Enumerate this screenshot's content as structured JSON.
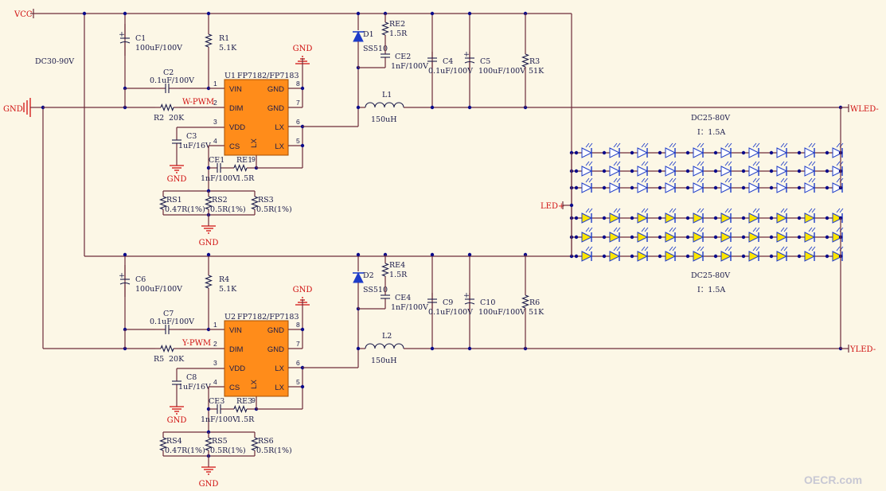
{
  "nets": {
    "vcc": "VCC",
    "gnd": "GND",
    "gnd_in": "GND",
    "input_range": "DC30-90V",
    "led_plus": "LED+",
    "wled_minus": "WLED-",
    "yled_minus": "YLED-"
  },
  "channels": [
    {
      "pwm": "W-PWM",
      "ic": {
        "ref": "U1",
        "part": "FP7182/FP7183"
      },
      "pins": {
        "vin": "VIN",
        "gnd1": "GND",
        "dim": "DIM",
        "gnd2": "GND",
        "vdd": "VDD",
        "lx1": "LX",
        "cs": "CS",
        "lx2": "LX",
        "lx_mid": "LX"
      },
      "pin_nums": {
        "p1": "1",
        "p2": "2",
        "p3": "3",
        "p4": "4",
        "p5": "5",
        "p6": "6",
        "p7": "7",
        "p8": "8",
        "p9": "9"
      },
      "c_in": {
        "ref": "C1",
        "val": "100uF/100V"
      },
      "r_up": {
        "ref": "R1",
        "val": "5.1K"
      },
      "c_dec": {
        "ref": "C2",
        "val": "0.1uF/100V"
      },
      "r_dim": {
        "ref": "R2",
        "val": "20K"
      },
      "c_vdd": {
        "ref": "C3",
        "val": "1uF/16V"
      },
      "ce_cs": {
        "ref": "CE1",
        "val": "1nF/100V"
      },
      "re_cs": {
        "ref": "RE1",
        "val": "1.5R"
      },
      "diode": {
        "ref": "D1",
        "val": "SS510"
      },
      "re_sn": {
        "ref": "RE2",
        "val": "1.5R"
      },
      "ce_sn": {
        "ref": "CE2",
        "val": "1nF/100V"
      },
      "inductor": {
        "ref": "L1",
        "val": "150uH"
      },
      "c_out1": {
        "ref": "C4",
        "val": "0.1uF/100V"
      },
      "c_out2": {
        "ref": "C5",
        "val": "100uF/100V"
      },
      "r_out": {
        "ref": "R3",
        "val": "51K"
      },
      "rs": [
        {
          "ref": "RS1",
          "val": "0.47R(1%)"
        },
        {
          "ref": "RS2",
          "val": "0.5R(1%)"
        },
        {
          "ref": "RS3",
          "val": "0.5R(1%)"
        }
      ],
      "gnd_labels": {
        "ic": "GND",
        "vdd": "GND",
        "rs": "GND"
      },
      "led": {
        "voltage": "DC25-80V",
        "current": "I：1.5A",
        "color": "#ffffff"
      }
    },
    {
      "pwm": "Y-PWM",
      "ic": {
        "ref": "U2",
        "part": "FP7182/FP7183"
      },
      "pins": {
        "vin": "VIN",
        "gnd1": "GND",
        "dim": "DIM",
        "gnd2": "GND",
        "vdd": "VDD",
        "lx1": "LX",
        "cs": "CS",
        "lx2": "LX",
        "lx_mid": "LX"
      },
      "pin_nums": {
        "p1": "1",
        "p2": "2",
        "p3": "3",
        "p4": "4",
        "p5": "5",
        "p6": "6",
        "p7": "7",
        "p8": "8",
        "p9": "9"
      },
      "c_in": {
        "ref": "C6",
        "val": "100uF/100V"
      },
      "r_up": {
        "ref": "R4",
        "val": "5.1K"
      },
      "c_dec": {
        "ref": "C7",
        "val": "0.1uF/100V"
      },
      "r_dim": {
        "ref": "R5",
        "val": "20K"
      },
      "c_vdd": {
        "ref": "C8",
        "val": "1uF/16V"
      },
      "ce_cs": {
        "ref": "CE3",
        "val": "1nF/100V"
      },
      "re_cs": {
        "ref": "RE3",
        "val": "1.5R"
      },
      "diode": {
        "ref": "D2",
        "val": "SS510"
      },
      "re_sn": {
        "ref": "RE4",
        "val": "1.5R"
      },
      "ce_sn": {
        "ref": "CE4",
        "val": "1nF/100V"
      },
      "inductor": {
        "ref": "L2",
        "val": "150uH"
      },
      "c_out1": {
        "ref": "C9",
        "val": "0.1uF/100V"
      },
      "c_out2": {
        "ref": "C10",
        "val": "100uF/100V"
      },
      "r_out": {
        "ref": "R6",
        "val": "51K"
      },
      "rs": [
        {
          "ref": "RS4",
          "val": "0.47R(1%)"
        },
        {
          "ref": "RS5",
          "val": "0.5R(1%)"
        },
        {
          "ref": "RS6",
          "val": "0.5R(1%)"
        }
      ],
      "gnd_labels": {
        "ic": "GND",
        "vdd": "GND",
        "rs": "GND"
      },
      "led": {
        "voltage": "DC25-80V",
        "current": "I：1.5A",
        "color": "#ffe600"
      }
    }
  ],
  "colors": {
    "wire": "#6e2c3a",
    "junction": "#0a0a8a",
    "ic_fill": "#ff8c1a",
    "net_label": "#d01010",
    "diode": "#1e3cc8"
  },
  "watermark": "OECR.com"
}
